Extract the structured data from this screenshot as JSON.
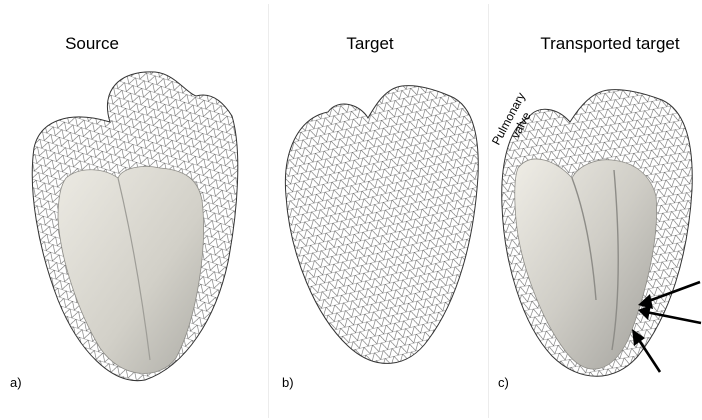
{
  "panels": [
    {
      "title": "Source",
      "label": "a)"
    },
    {
      "title": "Target",
      "label": "b)"
    },
    {
      "title": "Transported target",
      "label": "c)"
    }
  ],
  "annotation": {
    "line1": "Pulmonary",
    "line2": "valve"
  },
  "colors": {
    "mesh": "#222222",
    "solid": "#d8d6cf",
    "solid_dark": "#a9a8a3",
    "arrow": "#000000"
  }
}
